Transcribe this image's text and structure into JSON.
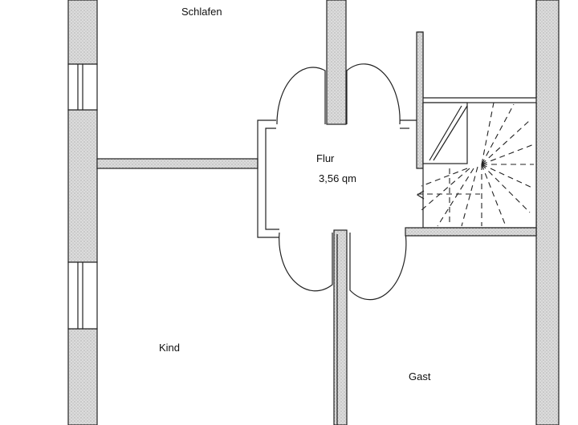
{
  "rooms": {
    "schlafen": "Schlafen",
    "flur": "Flur",
    "flur_area": "3,56 qm",
    "kind": "Kind",
    "gast": "Gast"
  },
  "colors": {
    "wall_fill": "#d8d8d8",
    "line": "#222222",
    "background": "#ffffff"
  }
}
